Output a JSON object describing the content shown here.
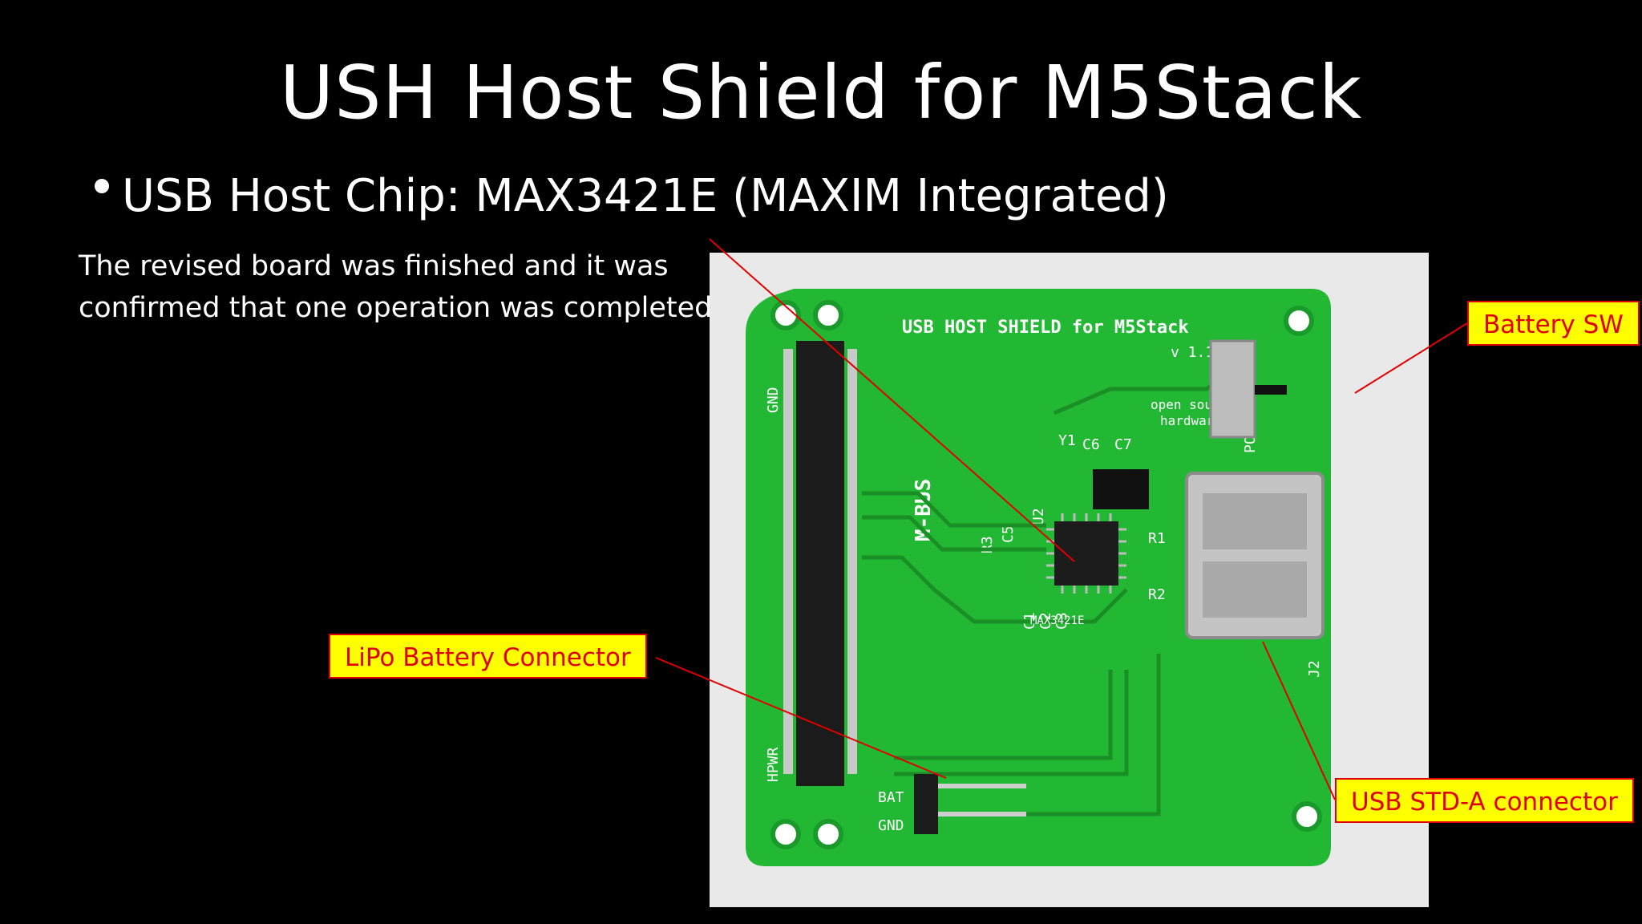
{
  "slide": {
    "title": "USH Host Shield for M5Stack",
    "bullet": "USB Host Chip:  MAX3421E (MAXIM Integrated)",
    "note_line1": "The revised board was finished and it was",
    "note_line2": "confirmed that one operation was completed."
  },
  "callouts": {
    "battery_sw": "Battery SW",
    "lipo": "LiPo Battery Connector",
    "usb": "USB STD-A connector"
  },
  "board": {
    "silk_title": "USB HOST SHIELD for M5Stack",
    "version": "v 1.1",
    "osh_line1": "open source",
    "osh_line2": "hardware",
    "mbus": "M-BUS",
    "chip": "MAX3421E",
    "power_sw": "POWER SW1",
    "bat": "BAT",
    "gnd": "GND",
    "gnd_left": "GND",
    "hpwr": "HPWR",
    "y1": "Y1",
    "u2": "U2",
    "r1": "R1",
    "r2": "R2",
    "r3": "R3",
    "c1": "C1",
    "c2": "C2",
    "c3": "C3",
    "c5": "C5",
    "c6": "C6",
    "c7": "C7",
    "j2": "J2"
  },
  "colors": {
    "background": "#000000",
    "callout_fill": "#ffff00",
    "callout_text": "#e00000",
    "pcb": "#22b833"
  }
}
